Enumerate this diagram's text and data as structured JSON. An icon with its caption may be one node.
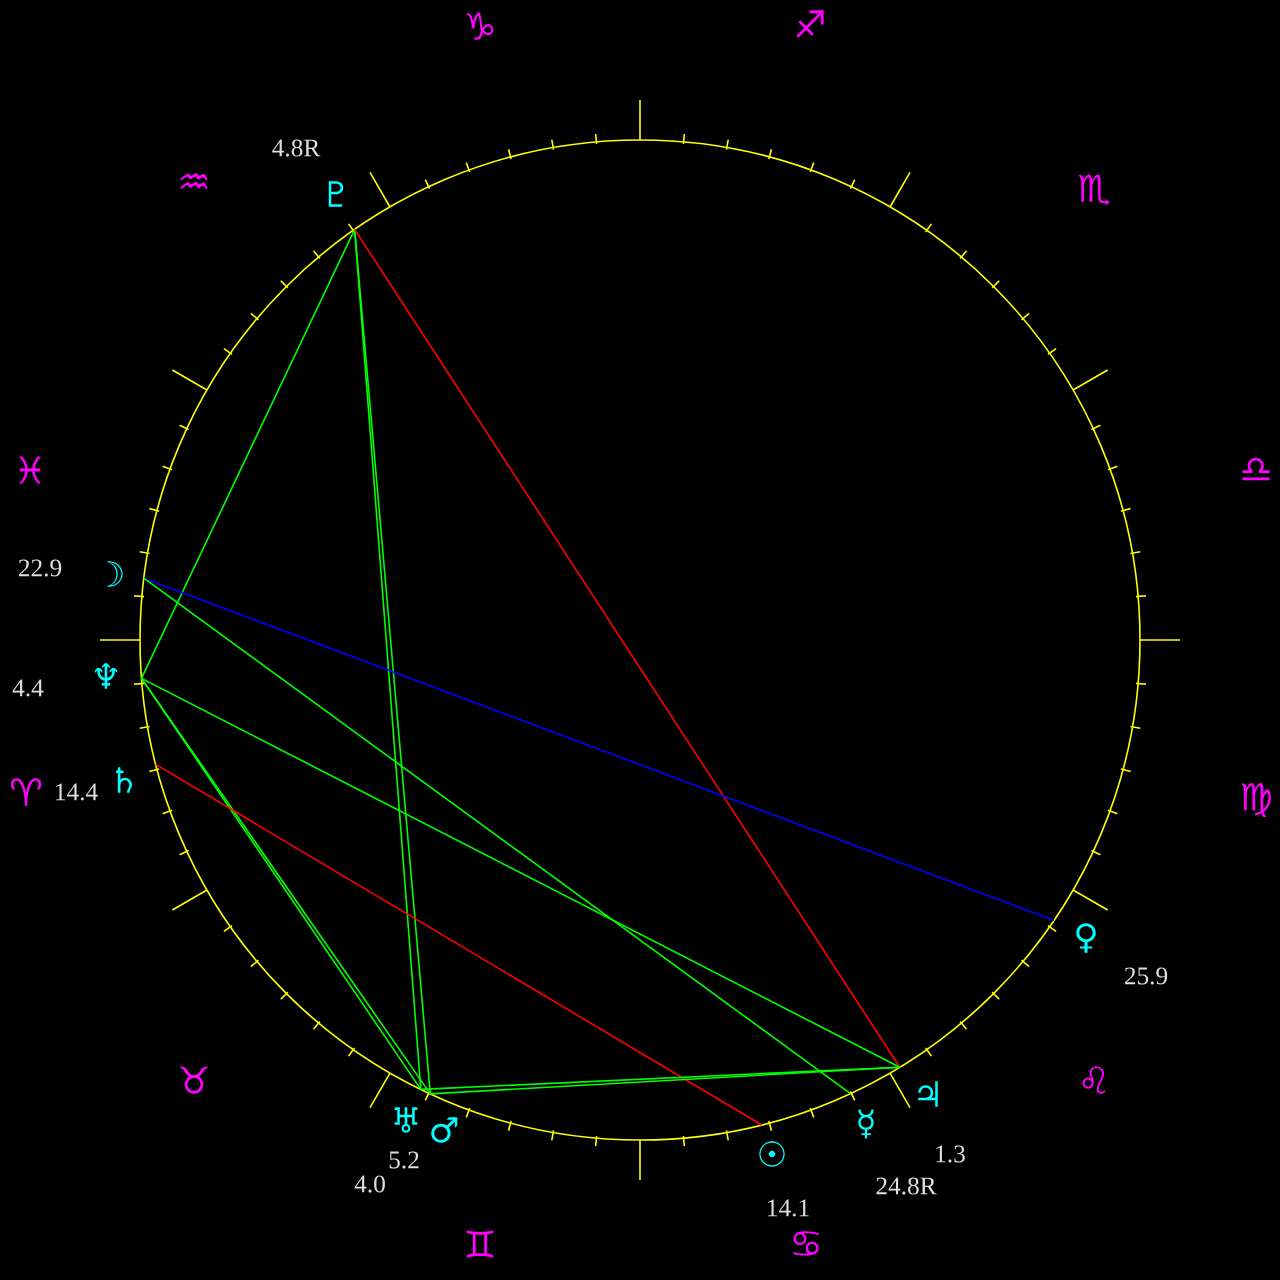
{
  "diagram": {
    "nodes": [
      {
        "text": [
          "♇"
        ],
        "beside": [
          "4.8R"
        ]
      },
      {
        "text": [
          "☽"
        ],
        "beside": [
          "22.9"
        ]
      },
      {
        "text": [
          "♆"
        ],
        "beside": [
          "4.4"
        ]
      },
      {
        "text": [
          "♄"
        ],
        "beside": [
          "14.4"
        ]
      },
      {
        "text": [
          "♀"
        ],
        "beside": [
          "25.9"
        ]
      },
      {
        "text": [
          "♂"
        ],
        "beside": [
          "5.2"
        ]
      },
      {
        "text": [
          "♃"
        ],
        "beside": [
          "1.3"
        ]
      },
      {
        "text": [
          "♅"
        ],
        "beside": [
          "4.0"
        ]
      },
      {
        "text": [
          "☿"
        ],
        "beside": [
          "24.8R"
        ]
      },
      {
        "text": [
          "☉"
        ],
        "beside": [
          "14.1"
        ]
      }
    ],
    "edges": [
      {
        "from": 0,
        "to": 2,
        "arrow": "none"
      },
      {
        "from": 0,
        "to": 7,
        "arrow": "none"
      },
      {
        "from": 0,
        "to": 5,
        "arrow": "none"
      },
      {
        "from": 0,
        "to": 6,
        "arrow": "none",
        "color": "#ff0000"
      },
      {
        "from": 1,
        "to": 4,
        "arrow": "none",
        "color": "#0000ff"
      },
      {
        "from": 1,
        "to": 8,
        "arrow": "none"
      },
      {
        "from": 2,
        "to": 7,
        "arrow": "none"
      },
      {
        "from": 2,
        "to": 5,
        "arrow": "none"
      },
      {
        "from": 2,
        "to": 6,
        "arrow": "none"
      },
      {
        "from": 3,
        "to": 9,
        "arrow": "none",
        "color": "#ff0000"
      },
      {
        "from": 7,
        "to": 6,
        "arrow": "none"
      },
      {
        "from": 5,
        "to": 6,
        "arrow": "none"
      }
    ],
    "labels": [
      "♑",
      "♐",
      "♒",
      "♏",
      "♓",
      "♎",
      "♈",
      "♍",
      "♉",
      "♌",
      "♊",
      "♋"
    ]
  }
}
